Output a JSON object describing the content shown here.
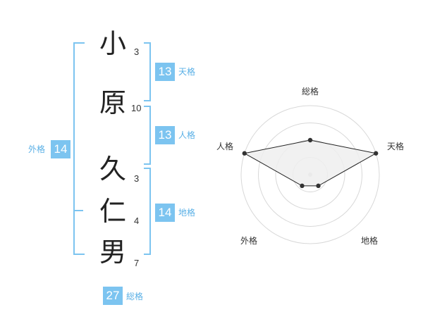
{
  "name_chars": [
    {
      "char": "小",
      "strokes": "3"
    },
    {
      "char": "原",
      "strokes": "10"
    },
    {
      "char": "久",
      "strokes": "3"
    },
    {
      "char": "仁",
      "strokes": "4"
    },
    {
      "char": "男",
      "strokes": "7"
    }
  ],
  "fortunes": {
    "tenkaku": {
      "value": "13",
      "label": "天格"
    },
    "jinkaku": {
      "value": "13",
      "label": "人格"
    },
    "chikaku": {
      "value": "14",
      "label": "地格"
    },
    "gaikaku": {
      "value": "14",
      "label": "外格"
    },
    "soukaku": {
      "value": "27",
      "label": "総格"
    }
  },
  "colors": {
    "accent": "#7cc4f0",
    "text": "#222222",
    "radar_fill": "#efefef",
    "radar_line": "#222222"
  },
  "chart_data": {
    "type": "radar",
    "axes": [
      "総格",
      "天格",
      "地格",
      "外格",
      "人格"
    ],
    "values": [
      0.5,
      1.0,
      0.2,
      0.2,
      1.0
    ],
    "rings": 4,
    "range": [
      0,
      1
    ]
  }
}
